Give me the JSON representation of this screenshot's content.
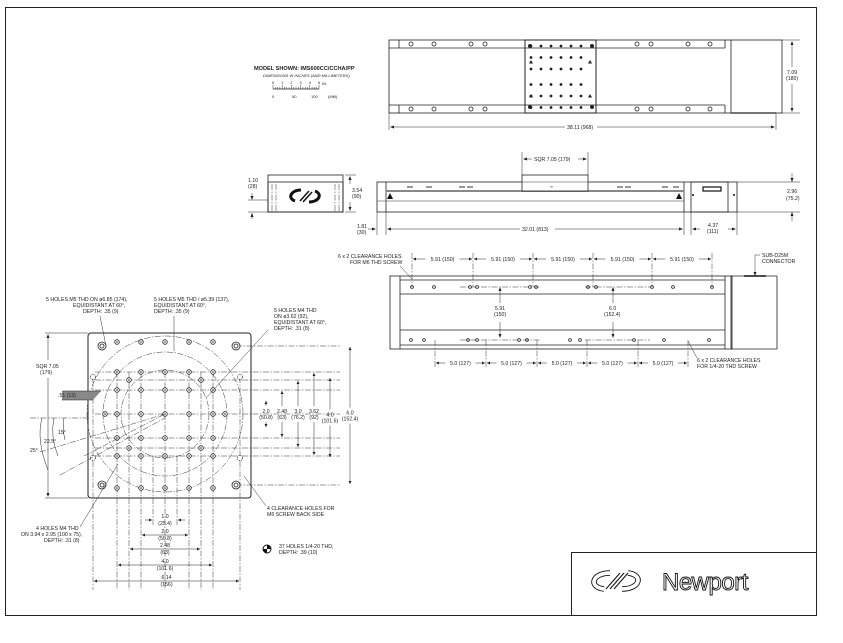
{
  "title_block": {
    "model_shown": "MODEL SHOWN: IMS600CC/CCHA/PP",
    "dimensions_note": "DIMENSIONS IN INCHES (AND MILLIMETERS)",
    "scale_in_ticks": [
      "0",
      "1",
      "2",
      "3",
      "4",
      "5"
    ],
    "scale_in_unit": "IN.",
    "scale_mm_ticks": [
      "0",
      "50",
      "100"
    ],
    "scale_mm_unit": "(MM)"
  },
  "top_view": {
    "width_dim": "7.09",
    "width_dim_mm": "(180)",
    "length_dim": "38.11 (968)"
  },
  "end_view": {
    "offset_dim": "1.10",
    "offset_dim_mm": "(28)",
    "height_dim": "3.54",
    "height_dim_mm": "(90)"
  },
  "side_view": {
    "carriage_dim": "SQR 7.05 (179)",
    "end_dim": "1.81",
    "end_dim_mm": "(30)",
    "travel_dim": "32.01 (813)",
    "motor_dim": "4.37",
    "motor_dim_mm": "(111)",
    "height_dim": "2.96",
    "height_dim_mm": "(75.2)"
  },
  "base_view": {
    "top_pitch": [
      "5.91 (150)",
      "5.91 (150)",
      "5.91 (150)",
      "5.91 (150)",
      "5.91 (150)"
    ],
    "bottom_pitch": [
      "5.0 (127)",
      "5.0 (127)",
      "5.0 (127)",
      "5.0 (127)",
      "5.0 (127)"
    ],
    "m6_note": [
      "6 x 2 CLEARANCE HOLES",
      "FOR M6 THD SCREW"
    ],
    "quarter_note": [
      "6 x 2 CLEARANCE HOLES",
      "FOR 1/4-20 THD SCREW"
    ],
    "connector_note": [
      "SUB-D25M",
      "CONNECTOR"
    ],
    "span_a": "5.91",
    "span_a_mm": "(150)",
    "span_b": "6.0",
    "span_b_mm": "(152.4)"
  },
  "carriage_view": {
    "note_m5_a": [
      "5 HOLES M5 THD ON ø6.85 (174),",
      "EQUIDISTANT AT 60°,",
      "DEPTH: .35 (9)"
    ],
    "note_m5_b": [
      "5 HOLES M5 THD / ø5.39 (137),",
      "EQUIDISTANT AT 60°,",
      "DEPTH: .35 (9)"
    ],
    "note_m4_a": [
      "5 HOLES M4 THD",
      "ON ø3.62 (92),",
      "EQUIDISTANT AT 60°,",
      "DEPTH: .31 (8)"
    ],
    "note_m4_b": [
      "4 HOLES M4 THD",
      "ON 3.94 x 2.95 (100 x 75),",
      "DEPTH: .31 (8)"
    ],
    "note_clear": [
      "4 CLEARANCE HOLES FOR",
      "M6 SCREW BACK SIDE"
    ],
    "note_37": [
      "37 HOLES 1/4-20 THD,",
      "DEPTH: .39 (10)"
    ],
    "sqr": "SQR 7.05",
    "sqr_mm": "(179)",
    "offset": ".51 (13)",
    "angles": [
      "15°",
      "22.5°",
      "25°"
    ],
    "vdims": [
      {
        "v": "2.0",
        "mm": "(50.8)"
      },
      {
        "v": "2.48",
        "mm": "(63)"
      },
      {
        "v": "3.0",
        "mm": "(76.2)"
      },
      {
        "v": "3.62",
        "mm": "(92)"
      },
      {
        "v": "4.0",
        "mm": "(101.6)"
      },
      {
        "v": "6.0",
        "mm": "(152.4)"
      }
    ],
    "hdims": [
      {
        "v": "1.0",
        "mm": "(25.4)"
      },
      {
        "v": "2.0",
        "mm": "(50.8)"
      },
      {
        "v": "2.48",
        "mm": "(63)"
      },
      {
        "v": "4.0",
        "mm": "(101.6)"
      },
      {
        "v": "6.14",
        "mm": "(156)"
      }
    ]
  },
  "brand": {
    "name": "Newport"
  }
}
